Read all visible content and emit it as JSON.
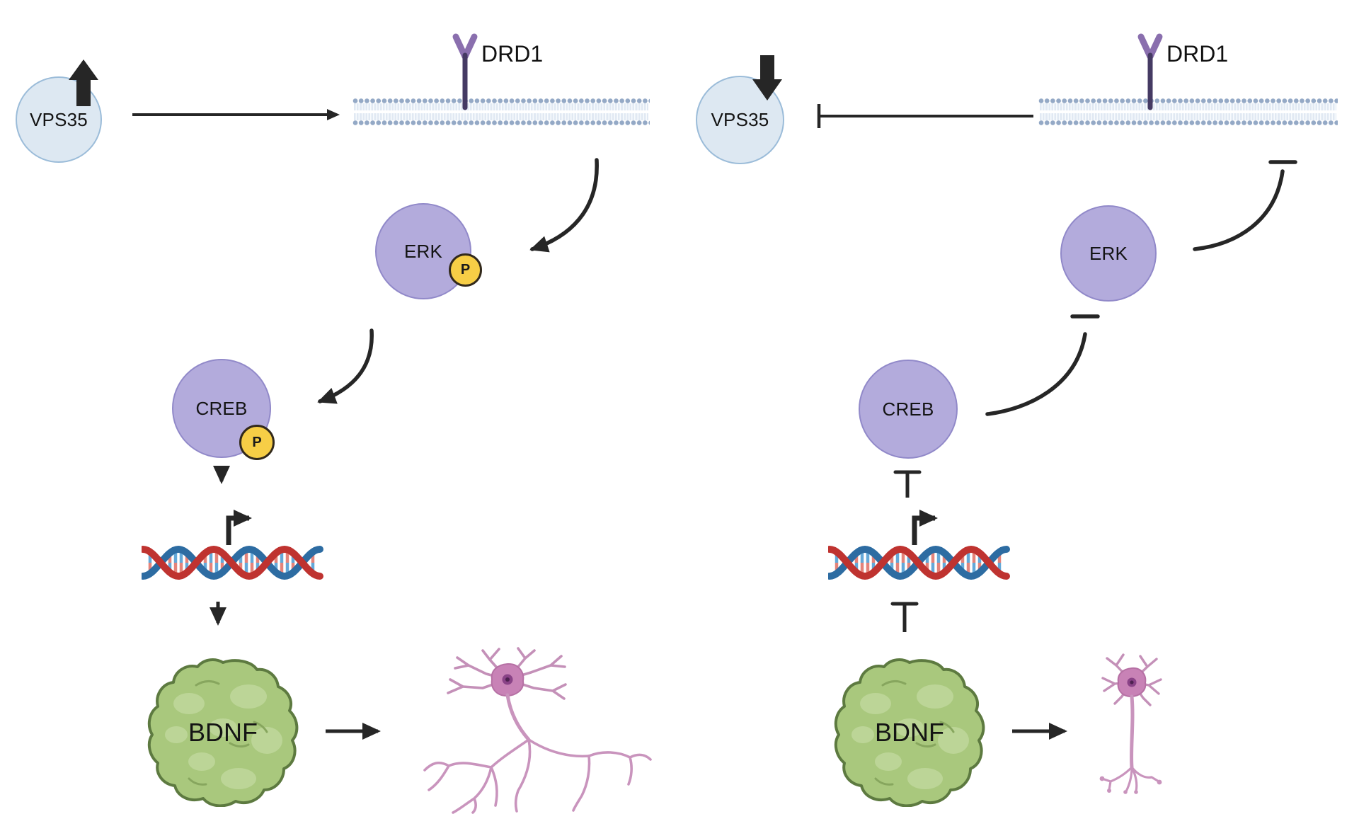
{
  "diagram": {
    "description": "VPS35-DRD1-ERK-CREB-BDNF signaling pathway, two-panel comparison",
    "left_panel": {
      "vps35_label": "VPS35",
      "vps35_direction": "up",
      "drd1_label": "DRD1",
      "erk_label": "ERK",
      "erk_phospho_label": "P",
      "creb_label": "CREB",
      "creb_phospho_label": "P",
      "bdnf_label": "BDNF",
      "outcome": "neuron with extensive dendritic arborization"
    },
    "right_panel": {
      "vps35_label": "VPS35",
      "vps35_direction": "down",
      "drd1_label": "DRD1",
      "erk_label": "ERK",
      "creb_label": "CREB",
      "bdnf_label": "BDNF",
      "outcome": "neuron with reduced dendritic arborization"
    },
    "icons": {
      "up_arrow": "thick black up arrow (increase)",
      "down_arrow": "thick black down arrow (decrease)",
      "inhibition": "T-bar (blunted line)",
      "transcription": "bent right arrow at DNA",
      "phospho_badge": "yellow P circle"
    },
    "colors": {
      "background": "#ffffff",
      "vps35_fill": "#dde8f2",
      "vps35_border": "#9bbcd9",
      "protein_fill": "#b3abdc",
      "protein_border": "#9189c9",
      "phospho_fill": "#f7ce46",
      "phospho_border": "#32291b",
      "membrane_head": "#94a9c6",
      "receptor_arms": "#8a6fae",
      "receptor_stem": "#453a63",
      "dna_strand_red": "#bf3330",
      "dna_strand_blue": "#2d6ca2",
      "dna_rung_blue": "#64a8d8",
      "dna_rung_red": "#e4837a",
      "bdnf_fill": "#a9c87d",
      "bdnf_outline": "#5d7a40",
      "neuron_stroke": "#c490b8",
      "neuron_soma": "#c882b6",
      "arrow": "#262626"
    }
  }
}
